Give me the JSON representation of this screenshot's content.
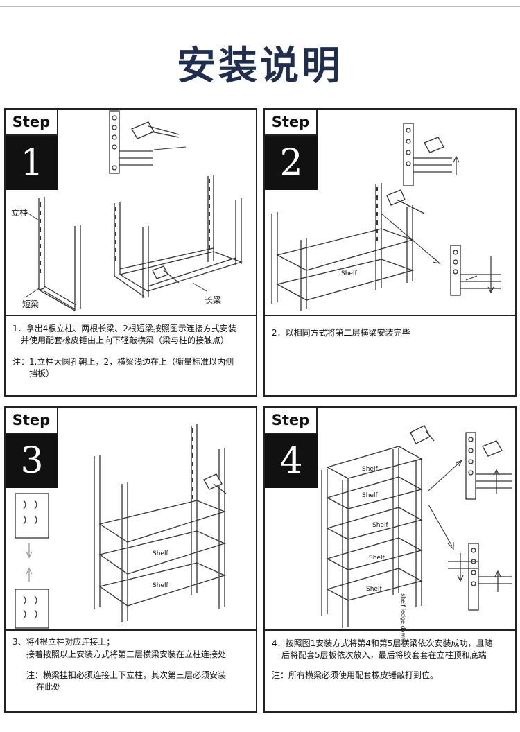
{
  "page": {
    "title": "安装说明"
  },
  "steps": [
    {
      "step_label": "Step",
      "number": "1",
      "labels": {
        "post": "立柱",
        "short_beam": "短梁",
        "long_beam": "长梁"
      },
      "lines": [
        "1．拿出4根立柱、两根长梁、2根短梁按照图示连接方式安装",
        "并使用配套橡皮锤由上向下轻敲横梁（梁与柱的接触点）",
        "注：1.立柱大圆孔朝上，2，横梁浅边在上（衡量标准以内侧",
        "挡板）"
      ]
    },
    {
      "step_label": "Step",
      "number": "2",
      "labels": {
        "shelf": "Shelf"
      },
      "lines": [
        "2．以相同方式将第二层横梁安装完毕"
      ]
    },
    {
      "step_label": "Step",
      "number": "3",
      "labels": {
        "shelf_a": "Shelf",
        "shelf_b": "Shelf"
      },
      "lines": [
        "3、将4根立柱对应连接上；",
        "接着按照以上安装方式将第三层横梁安装在立柱连接处",
        "注：横梁挂扣必须连接上下立柱，其次第三层必须安装",
        "在此处"
      ]
    },
    {
      "step_label": "Step",
      "number": "4",
      "labels": {
        "shelves": [
          "Shelf",
          "Shelf",
          "Shelf",
          "Shelf",
          "Shelf"
        ],
        "ledge": "shelf ledge down"
      },
      "lines": [
        "4．按照图1安装方式将第4和第5层横梁依次安装成功，且随",
        "后将配套5层板依次放入，最后将胶套套在立柱顶和底端",
        "注：所有横梁必须使用配套橡皮锤敲打到位。"
      ]
    }
  ]
}
